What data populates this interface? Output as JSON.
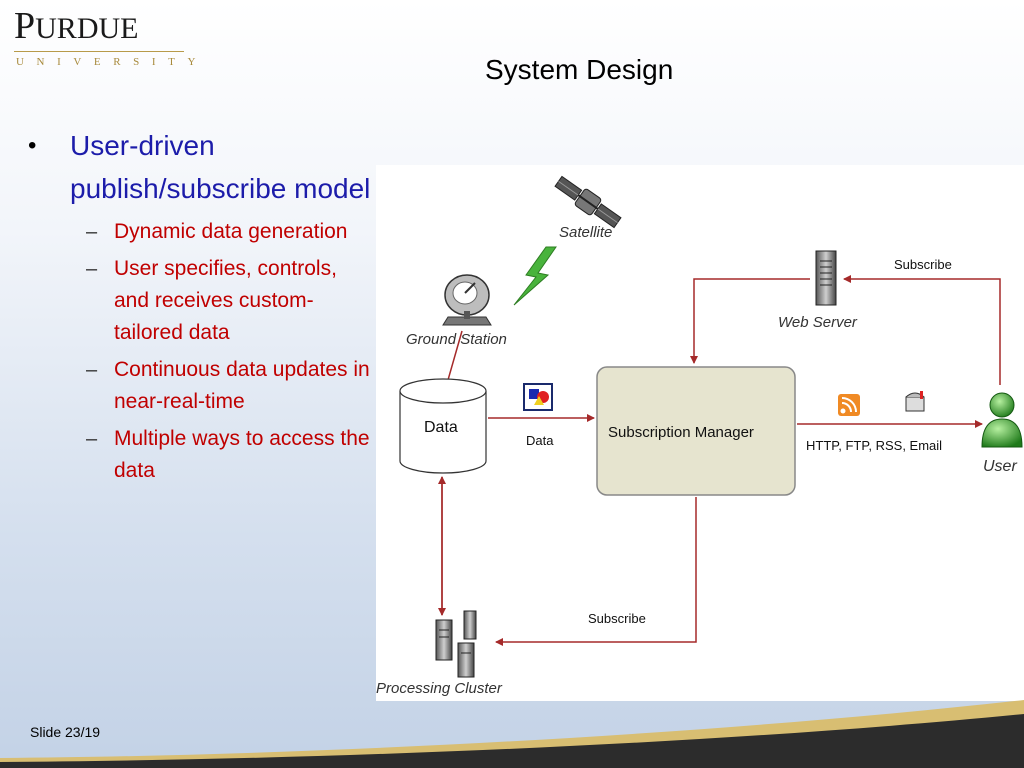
{
  "logo": {
    "name_first": "P",
    "name_rest": "URDUE",
    "subtitle": "UNIVERSITY"
  },
  "title": "System Design",
  "bullets": {
    "main": "User-driven publish/subscribe model",
    "subs": [
      "Dynamic data generation",
      "User specifies, controls, and receives custom-tailored data",
      "Continuous data updates in near-real-time",
      "Multiple ways to access the data"
    ]
  },
  "diagram": {
    "satellite": "Satellite",
    "ground_station": "Ground Station",
    "data_store": "Data",
    "data_flow": "Data",
    "subscription_manager": "Subscription Manager",
    "web_server": "Web Server",
    "subscribe_top": "Subscribe",
    "protocols": "HTTP, FTP, RSS, Email",
    "user": "User",
    "subscribe_bottom": "Subscribe",
    "processing_cluster": "Processing Cluster"
  },
  "footer": {
    "slide": "Slide 23/19"
  },
  "colors": {
    "heading_blue": "#1c1caa",
    "sub_red": "#c00000",
    "arrow": "#a52a2a",
    "manager_fill": "#e6e4cf",
    "gold": "#b89a4a"
  }
}
